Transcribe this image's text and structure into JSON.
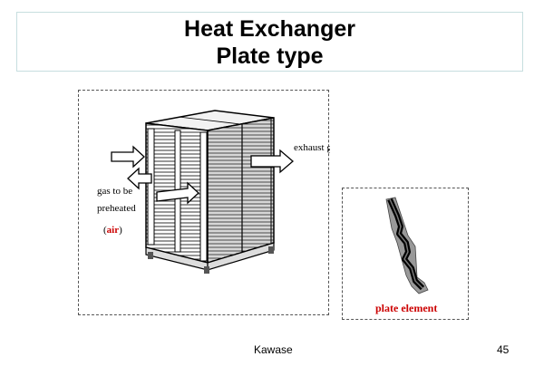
{
  "slide": {
    "title_line1": "Heat Exchanger",
    "title_line2": "Plate type"
  },
  "main_figure": {
    "label_exhaust": "exhaust gas",
    "label_gas_line1": "gas to be",
    "label_gas_line2": "preheated",
    "label_air_open": "(",
    "label_air": "air",
    "label_air_close": ")",
    "accent_color": "#cc0000"
  },
  "plate_figure": {
    "label": "plate element",
    "label_color": "#cc0000"
  },
  "footer": {
    "author": "Kawase",
    "page_number": "45"
  }
}
